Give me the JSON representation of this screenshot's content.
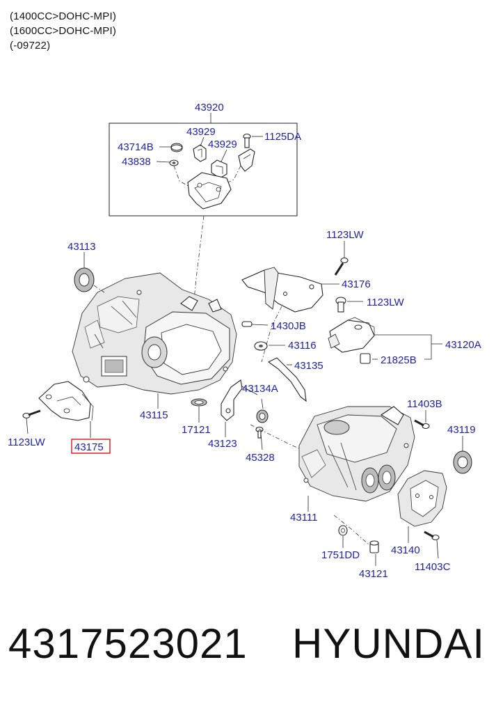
{
  "header": {
    "lines": [
      "(1400CC>DOHC-MPI)",
      "(1600CC>DOHC-MPI)",
      "(-09722)"
    ]
  },
  "diagram": {
    "group_label": "43920",
    "highlighted_part": "43175",
    "highlight_color": "#e02020",
    "label_color": "#1e22a8",
    "labels": {
      "l43929a": "43929",
      "l1125DA": "1125DA",
      "l43714B": "43714B",
      "l43929b": "43929",
      "l43838": "43838",
      "l1123LW_top": "1123LW",
      "l43113": "43113",
      "l43176": "43176",
      "l1123LW_mid": "1123LW",
      "l1430JB": "1430JB",
      "l43116": "43116",
      "l43120A": "43120A",
      "l43135": "43135",
      "l21825B": "21825B",
      "l43134A": "43134A",
      "l11403B": "11403B",
      "l43119": "43119",
      "l1123LW_left": "1123LW",
      "l43175": "43175",
      "l43115": "43115",
      "l17121": "17121",
      "l43123": "43123",
      "l45328": "45328",
      "l43111": "43111",
      "l43140": "43140",
      "l1751DD": "1751DD",
      "l11403C": "11403C",
      "l43121": "43121"
    }
  },
  "footer": {
    "part_number": "4317523021",
    "brand": "HYUNDAI"
  }
}
